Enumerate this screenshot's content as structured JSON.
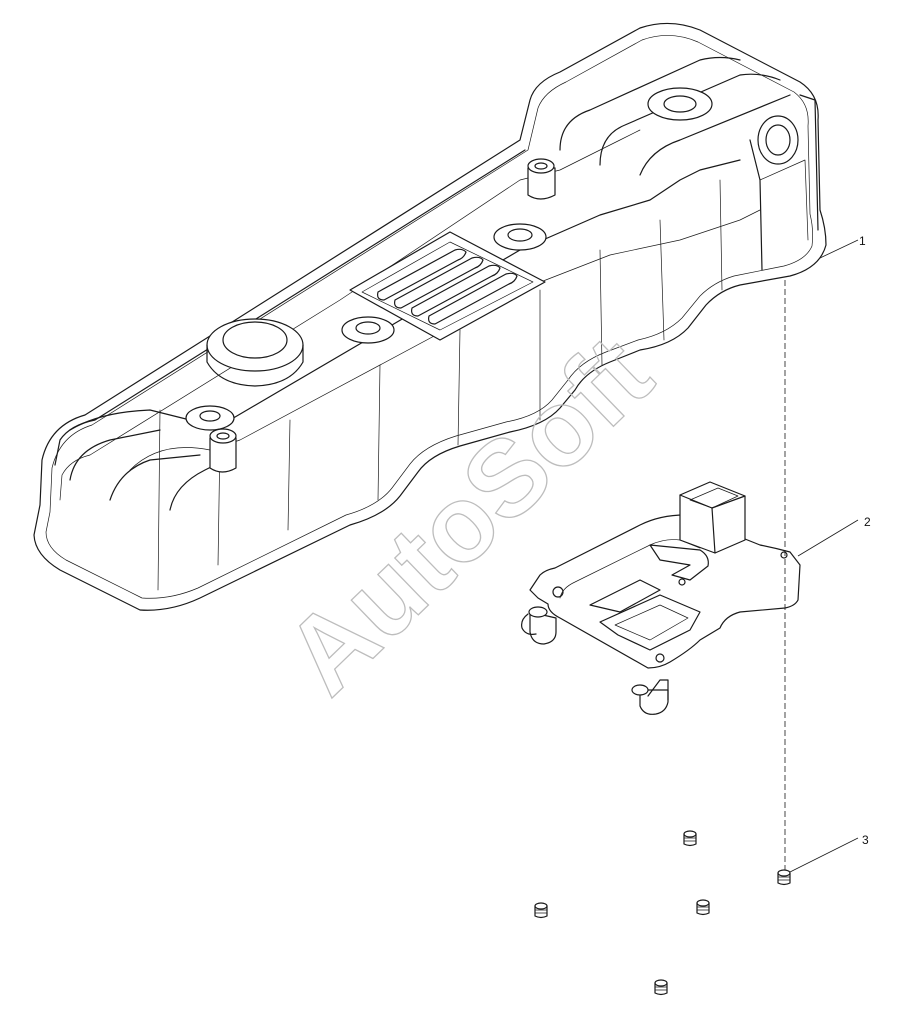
{
  "callouts": [
    {
      "id": "1",
      "label": "1"
    },
    {
      "id": "2",
      "label": "2"
    },
    {
      "id": "3",
      "label": "3"
    }
  ],
  "watermark": "AutoSoft",
  "colors": {
    "line": "#1a1a1a",
    "watermark": "#bdbdbd",
    "background": "#ffffff"
  }
}
